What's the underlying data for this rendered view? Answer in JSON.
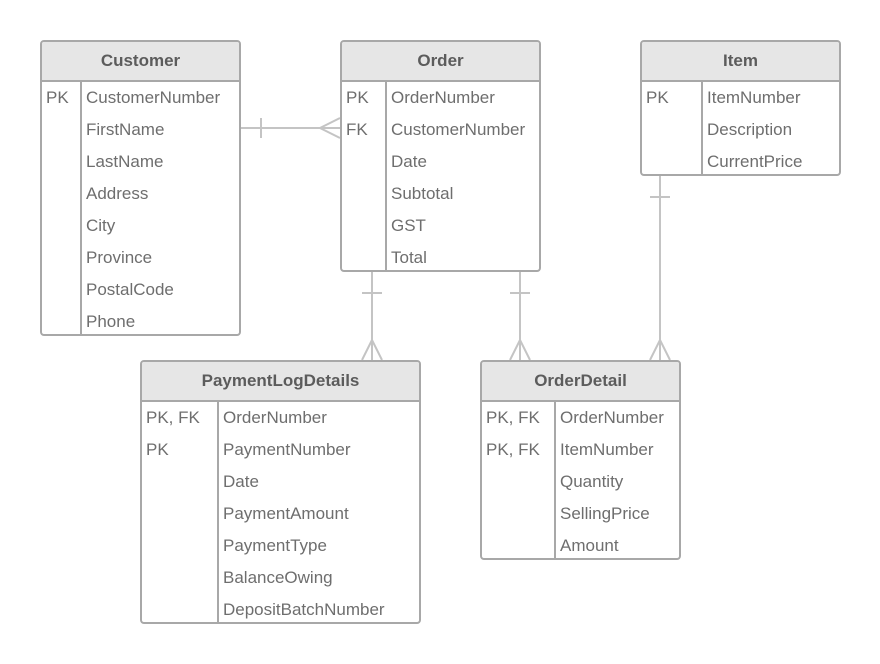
{
  "entities": {
    "customer": {
      "name": "Customer",
      "rows": [
        {
          "key": "PK",
          "field": "CustomerNumber"
        },
        {
          "key": "",
          "field": "FirstName"
        },
        {
          "key": "",
          "field": "LastName"
        },
        {
          "key": "",
          "field": "Address"
        },
        {
          "key": "",
          "field": "City"
        },
        {
          "key": "",
          "field": "Province"
        },
        {
          "key": "",
          "field": "PostalCode"
        },
        {
          "key": "",
          "field": "Phone"
        }
      ]
    },
    "order": {
      "name": "Order",
      "rows": [
        {
          "key": "PK",
          "field": "OrderNumber"
        },
        {
          "key": "FK",
          "field": "CustomerNumber"
        },
        {
          "key": "",
          "field": "Date"
        },
        {
          "key": "",
          "field": "Subtotal"
        },
        {
          "key": "",
          "field": "GST"
        },
        {
          "key": "",
          "field": "Total"
        }
      ]
    },
    "item": {
      "name": "Item",
      "rows": [
        {
          "key": "PK",
          "field": "ItemNumber"
        },
        {
          "key": "",
          "field": "Description"
        },
        {
          "key": "",
          "field": "CurrentPrice"
        }
      ]
    },
    "payment_log_details": {
      "name": "PaymentLogDetails",
      "rows": [
        {
          "key": "PK, FK",
          "field": "OrderNumber"
        },
        {
          "key": "PK",
          "field": "PaymentNumber"
        },
        {
          "key": "",
          "field": "Date"
        },
        {
          "key": "",
          "field": "PaymentAmount"
        },
        {
          "key": "",
          "field": "PaymentType"
        },
        {
          "key": "",
          "field": "BalanceOwing"
        },
        {
          "key": "",
          "field": "DepositBatchNumber"
        }
      ]
    },
    "order_detail": {
      "name": "OrderDetail",
      "rows": [
        {
          "key": "PK, FK",
          "field": "OrderNumber"
        },
        {
          "key": "PK, FK",
          "field": "ItemNumber"
        },
        {
          "key": "",
          "field": "Quantity"
        },
        {
          "key": "",
          "field": "SellingPrice"
        },
        {
          "key": "",
          "field": "Amount"
        }
      ]
    }
  },
  "relationships": [
    {
      "from": "customer",
      "to": "order",
      "from_cardinality": "one",
      "to_cardinality": "many"
    },
    {
      "from": "order",
      "to": "payment_log_details",
      "from_cardinality": "one",
      "to_cardinality": "many"
    },
    {
      "from": "order",
      "to": "order_detail",
      "from_cardinality": "one",
      "to_cardinality": "many"
    },
    {
      "from": "item",
      "to": "order_detail",
      "from_cardinality": "one",
      "to_cardinality": "many"
    }
  ]
}
